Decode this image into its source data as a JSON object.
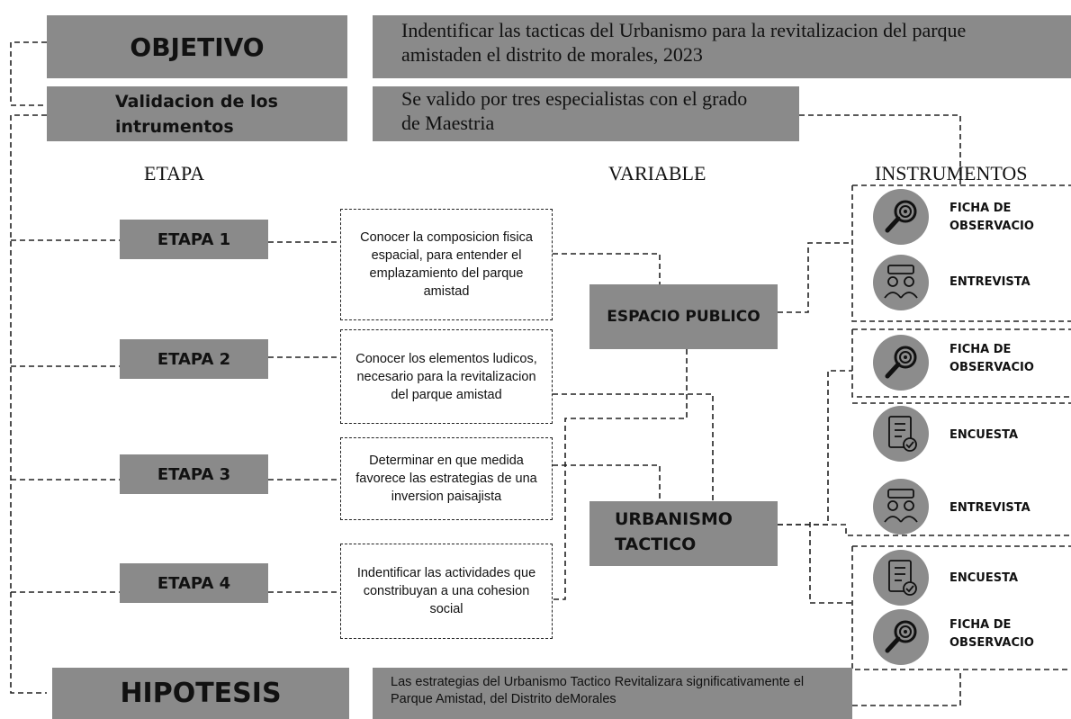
{
  "header": {
    "objetivo_label": "OBJETIVO",
    "objetivo_text": "Indentificar las tacticas del Urbanismo para la revitalizacion del parque amistaden el distrito de morales, 2023",
    "validacion_label": "Validacion de los intrumentos",
    "validacion_text": "Se valido por tres especialistas con el grado de Maestria"
  },
  "columns": {
    "etapa": "ETAPA",
    "variable": "VARIABLE",
    "instrumentos": "INSTRUMENTOS"
  },
  "etapas": [
    {
      "label": "ETAPA 1",
      "text": "Conocer la composicion fisica espacial, para entender el emplazamiento del parque amistad"
    },
    {
      "label": "ETAPA 2",
      "text": "Conocer los elementos ludicos, necesario para la revitalizacion del parque amistad"
    },
    {
      "label": "ETAPA 3",
      "text": "Determinar en que medida favorece las estrategias de una inversion paisajista"
    },
    {
      "label": "ETAPA 4",
      "text": "Indentificar las actividades que constribuyan a una cohesion social"
    }
  ],
  "variables": {
    "espacio_publico": "ESPACIO PUBLICO",
    "urbanismo_tactico": "URBANISMO TACTICO"
  },
  "instrumentos": {
    "ficha_1": "FICHA DE OBSERVACIO",
    "entrevista_1": "ENTREVISTA",
    "ficha_2": "FICHA DE OBSERVACIO",
    "encuesta_1": "ENCUESTA",
    "entrevista_2": "ENTREVISTA",
    "encuesta_2": "ENCUESTA",
    "ficha_3": "FICHA DE OBSERVACIO"
  },
  "hipotesis": {
    "label": "HIPOTESIS",
    "text": "Las estrategias del Urbanismo Tactico Revitalizara significativamente el Parque Amistad, del Distrito deMorales"
  },
  "icon_names": [
    "magnifier-icon",
    "interview-icon",
    "survey-clipboard-icon"
  ],
  "colors": {
    "box_gray": "#8a8a8a",
    "icon_gray": "#8c8c8c",
    "line": "#222222"
  }
}
